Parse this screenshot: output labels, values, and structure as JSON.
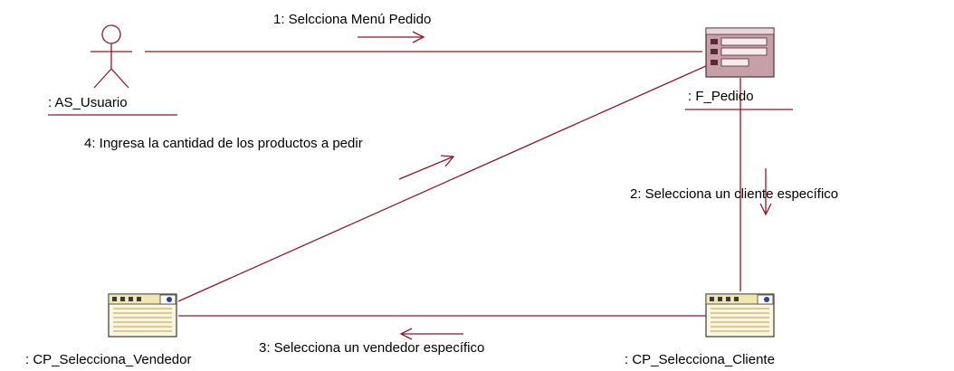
{
  "diagram": {
    "type": "uml-collaboration-diagram",
    "objects": {
      "actor": ": AS_Usuario",
      "form": ": F_Pedido",
      "vendor": ": CP_Selecciona_Vendedor",
      "client": ": CP_Selecciona_Cliente"
    },
    "messages": {
      "m1": "1: Selcciona Menú Pedido",
      "m2": "2: Selecciona un cliente específico",
      "m3": "3: Selecciona un vendedor específico",
      "m4": "4: Ingresa la cantidad de los productos a pedir"
    },
    "colors": {
      "line": "#8b1a2b",
      "form_face": "#c6a0a8",
      "form_header": "#e8d8dc",
      "window_face": "#fbf6dc",
      "window_accent": "#2840a0"
    }
  }
}
